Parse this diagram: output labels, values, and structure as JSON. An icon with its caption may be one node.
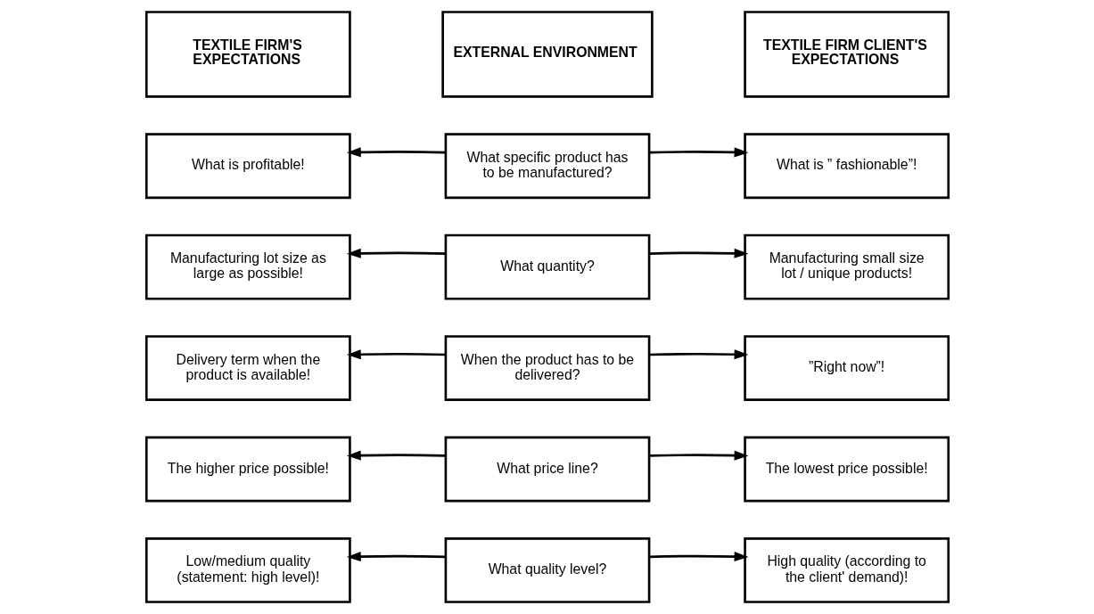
{
  "diagram": {
    "nodes": [
      {
        "text": [
          "TEXTILE FIRM'S EXPECTATIONS"
        ]
      },
      {
        "text": [
          "EXTERNAL ENVIRONMENT"
        ]
      },
      {
        "text": [
          "TEXTILE FIRM CLIENT'S EXPECTATIONS"
        ]
      },
      {
        "text": [
          "What is profitable!"
        ]
      },
      {
        "text": [
          "What specific product has to be manufactured?"
        ]
      },
      {
        "text": [
          "What is ” fashionable”!"
        ]
      },
      {
        "text": [
          "Manufacturing lot size as large as possible!"
        ]
      },
      {
        "text": [
          "What quantity?"
        ]
      },
      {
        "text": [
          "Manufacturing small size lot / unique products!"
        ]
      },
      {
        "text": [
          "Delivery term when the product is available!"
        ]
      },
      {
        "text": [
          "When the product has to be delivered?"
        ]
      },
      {
        "text": [
          "”Right now”!"
        ]
      },
      {
        "text": [
          "The higher price possible!"
        ]
      },
      {
        "text": [
          "What price line?"
        ]
      },
      {
        "text": [
          "The lowest price possible!"
        ]
      },
      {
        "text": [
          "Low/medium quality (statement: high level)!"
        ]
      },
      {
        "text": [
          "What quality level?"
        ]
      },
      {
        "text": [
          "High quality (according to the client' demand)!"
        ]
      }
    ],
    "edges": [
      {
        "from": 4,
        "to": 3,
        "arrow": "to"
      },
      {
        "from": 4,
        "to": 5,
        "arrow": "to"
      },
      {
        "from": 7,
        "to": 6,
        "arrow": "to"
      },
      {
        "from": 7,
        "to": 8,
        "arrow": "to"
      },
      {
        "from": 10,
        "to": 9,
        "arrow": "to"
      },
      {
        "from": 10,
        "to": 11,
        "arrow": "to"
      },
      {
        "from": 13,
        "to": 12,
        "arrow": "to"
      },
      {
        "from": 13,
        "to": 14,
        "arrow": "to"
      },
      {
        "from": 16,
        "to": 15,
        "arrow": "to"
      },
      {
        "from": 16,
        "to": 17,
        "arrow": "to"
      }
    ]
  }
}
